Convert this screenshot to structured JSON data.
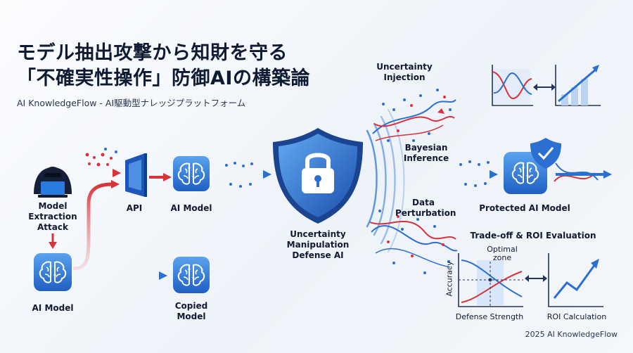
{
  "header": {
    "title_line1": "モデル抽出攻撃から知財を守る",
    "title_line2": "「不確実性操作」防御AIの構築論",
    "subtitle": "AI KnowledgeFlow - AI駆動型ナレッジプラットフォーム"
  },
  "attack": {
    "attacker_label": "Model Extraction Attack",
    "api_label": "API",
    "model_label": "AI Model",
    "source_model_label": "AI Model",
    "copied_label": "Copied Model"
  },
  "defense": {
    "shield_label": "Uncertainty Manipulation Defense AI",
    "uncertainty_injection": "Uncertainty Injection",
    "bayesian_inference": "Bayesian Inference",
    "data_perturbation": "Data Perturbation",
    "protected_label": "Protected AI Model"
  },
  "evaluation": {
    "title": "Trade-off & ROI Evaluation",
    "y_axis": "Accuracy",
    "x_axis": "Defense Strength",
    "zone_label": "Optimal zone",
    "roi_label": "ROI Calculation"
  },
  "footer": {
    "copyright": "2025 AI KnowledgeFlow"
  },
  "colors": {
    "primary_blue": "#2b6fd0",
    "attack_red": "#d8323a",
    "dark_navy": "#0f1b33"
  }
}
